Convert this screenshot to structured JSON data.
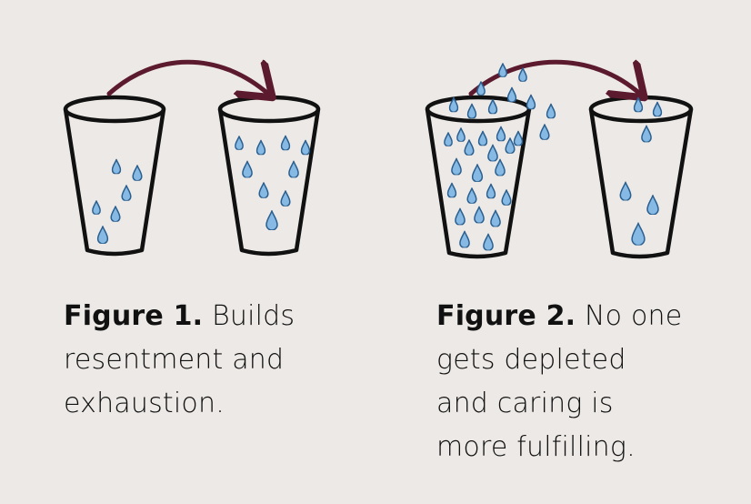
{
  "colors": {
    "background": "#ece9e6",
    "outline": "#111111",
    "arrow": "#5c1a2e",
    "drop_fill": "#86b9e3",
    "drop_stroke": "#2a5f8f"
  },
  "figure1": {
    "label": "Figure 1.",
    "line1": "Builds",
    "line2": "resentment and",
    "line3": "exhaustion."
  },
  "figure2": {
    "label": "Figure 2.",
    "line1": "No one",
    "line2": "gets depleted",
    "line3": "and caring is",
    "line4": "more fulfilling."
  },
  "icons": [
    "cup-icon",
    "water-drop-icon",
    "curved-arrow-icon"
  ]
}
